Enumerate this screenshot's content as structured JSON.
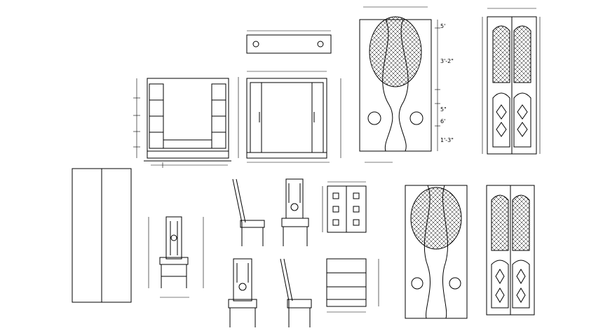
{
  "drawing": {
    "tall_door_dims": [
      "5'",
      "3'-2\"",
      "5\"",
      "6'",
      "1'-3\""
    ]
  },
  "colors": {
    "line": "#000000",
    "background": "#ffffff"
  }
}
